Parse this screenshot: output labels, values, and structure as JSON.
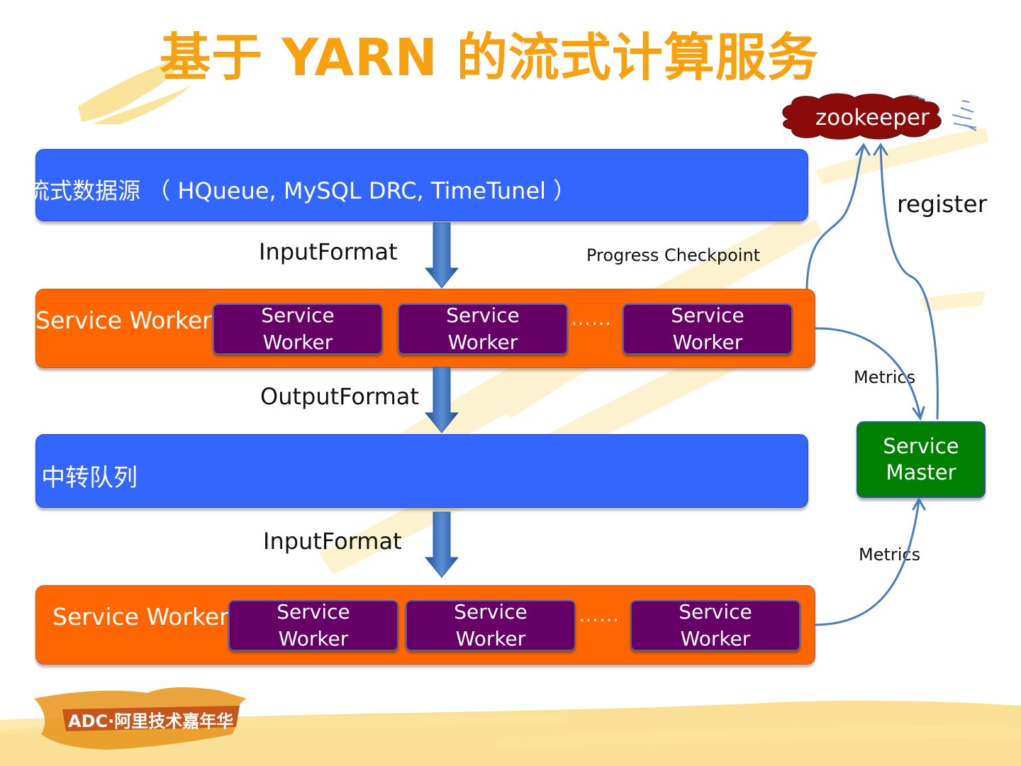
{
  "title": "基于 YARN 的流式计算服务",
  "zookeeper_label": "zookeeper",
  "register_label": "register",
  "source_bar_label": "流式数据源 （ HQueue, MySQL DRC, TimeTunel ）",
  "input_format_label": "InputFormat",
  "output_format_label": "OutputFormat",
  "progress_checkpoint_label": "Progress Checkpoint",
  "relay_queue_label": "中转队列",
  "metrics_label": "Metrics",
  "service_master": {
    "line1": "Service",
    "line2": "Master"
  },
  "worker_groups": [
    {
      "label": "Service Workers",
      "ellipsis": "……",
      "workers": [
        {
          "line1": "Service",
          "line2": "Worker"
        },
        {
          "line1": "Service",
          "line2": "Worker"
        },
        {
          "line1": "Service",
          "line2": "Worker"
        }
      ]
    },
    {
      "label": "Service Workers",
      "ellipsis": "……",
      "workers": [
        {
          "line1": "Service",
          "line2": "Worker"
        },
        {
          "line1": "Service",
          "line2": "Worker"
        },
        {
          "line1": "Service",
          "line2": "Worker"
        }
      ]
    }
  ],
  "logo_text": "ADC·阿里技术嘉年华",
  "colors": {
    "title": "#f7a10f",
    "source_bar": "#3366ff",
    "worker_bar": "#ff6600",
    "worker_box": "#660066",
    "service_master": "#008000",
    "zookeeper_cloud": "#8b0a0a",
    "arrow": "#2e6db4"
  }
}
